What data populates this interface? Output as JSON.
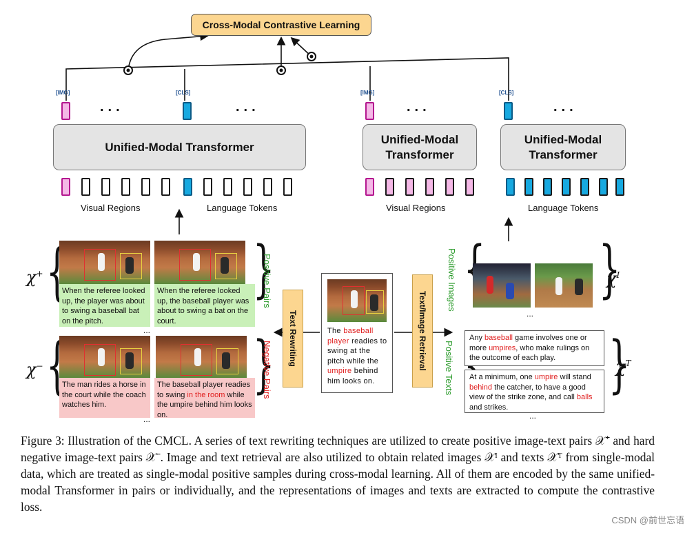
{
  "top": {
    "cmcl_label": "Cross-Modal Contrastive Learning"
  },
  "tags": {
    "img": "[IMG]",
    "cls": "[CLS]"
  },
  "dots": "...",
  "transformers": {
    "main": "Unified-Modal Transformer",
    "img_line1": "Unified-Modal",
    "img_line2": "Transformer",
    "txt_line1": "Unified-Modal",
    "txt_line2": "Transformer"
  },
  "labels": {
    "visual_regions": "Visual Regions",
    "language_tokens": "Language Tokens",
    "visual_regions_2": "Visual Regions",
    "language_tokens_2": "Language Tokens"
  },
  "pairs": {
    "pos_caption_1": "When the referee looked up, the player was about to swing a baseball bat on the pitch.",
    "pos_caption_2": "When the referee looked up, the baseball player was about to swing a bat on the court.",
    "neg_caption_1": "The man rides a horse in the court while the coach watches him.",
    "neg_caption_2_a": "The baseball player readies to swing ",
    "neg_caption_2_b": "in the room",
    "neg_caption_2_c": " while the umpire behind him looks on.",
    "positive_pairs": "Positive Pairs",
    "negative_pairs": "Negative Pairs",
    "ellipsis": "..."
  },
  "text_rewriting": "Text Rewriting",
  "retrieval": "Text/Image Retrieval",
  "center_caption": {
    "a": "The ",
    "b": "baseball player",
    "c": " readies to swing at the pitch while the ",
    "d": "umpire",
    "e": " behind him looks on."
  },
  "positive_images": "Positive Images",
  "positive_texts": "Positive Texts",
  "text1": {
    "a": "Any ",
    "b": "baseball",
    "c": " game involves one or more ",
    "d": "umpires",
    "e": ", who make rulings on the outcome of each play."
  },
  "text2": {
    "a": "At a minimum, one ",
    "b": "umpire",
    "c": " will stand ",
    "d": "behind",
    "e": " the catcher, to have a good view of the strike zone, and call ",
    "f": "balls",
    "g": " and strikes."
  },
  "chi": {
    "pos": "+",
    "neg": "−",
    "img": "I",
    "txt": "T",
    "symbol": "χ"
  },
  "caption": "Figure 3: Illustration of the CMCL. A series of text rewriting techniques are utilized to create positive image-text pairs 𝒳⁺ and hard negative image-text pairs 𝒳⁻. Image and text retrieval are also utilized to obtain related images 𝒳ᴵ and texts 𝒳ᵀ from single-modal data, which are treated as single-modal positive samples during cross-modal learning. All of them are encoded by the same unified-modal Transformer in pairs or individually, and the representations of images and texts are extracted to compute the contrastive loss.",
  "watermark": "CSDN @前世忘语",
  "colors": {
    "accent_box": "#fcd690",
    "pos_bg": "#c9f0b8",
    "neg_bg": "#f8c8c8",
    "img_token": "#f4b8e6",
    "cls_token": "#17a9e0"
  }
}
